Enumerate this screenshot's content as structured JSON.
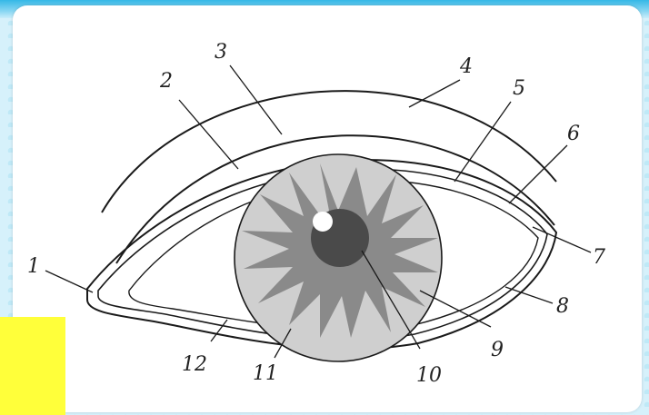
{
  "colors": {
    "iris_dark": "#8a8a8a",
    "iris_light": "#cfcfcf",
    "pupil": "#4a4a4a",
    "line": "#1a1a1a",
    "highlight_box": "#ffff3a",
    "background": "#d6f1fb"
  },
  "labels": [
    {
      "id": "1",
      "text": "1"
    },
    {
      "id": "2",
      "text": "2"
    },
    {
      "id": "3",
      "text": "3"
    },
    {
      "id": "4",
      "text": "4"
    },
    {
      "id": "5",
      "text": "5"
    },
    {
      "id": "6",
      "text": "6"
    },
    {
      "id": "7",
      "text": "7"
    },
    {
      "id": "8",
      "text": "8"
    },
    {
      "id": "9",
      "text": "9"
    },
    {
      "id": "10",
      "text": "10"
    },
    {
      "id": "11",
      "text": "11"
    },
    {
      "id": "12",
      "text": "12"
    }
  ]
}
